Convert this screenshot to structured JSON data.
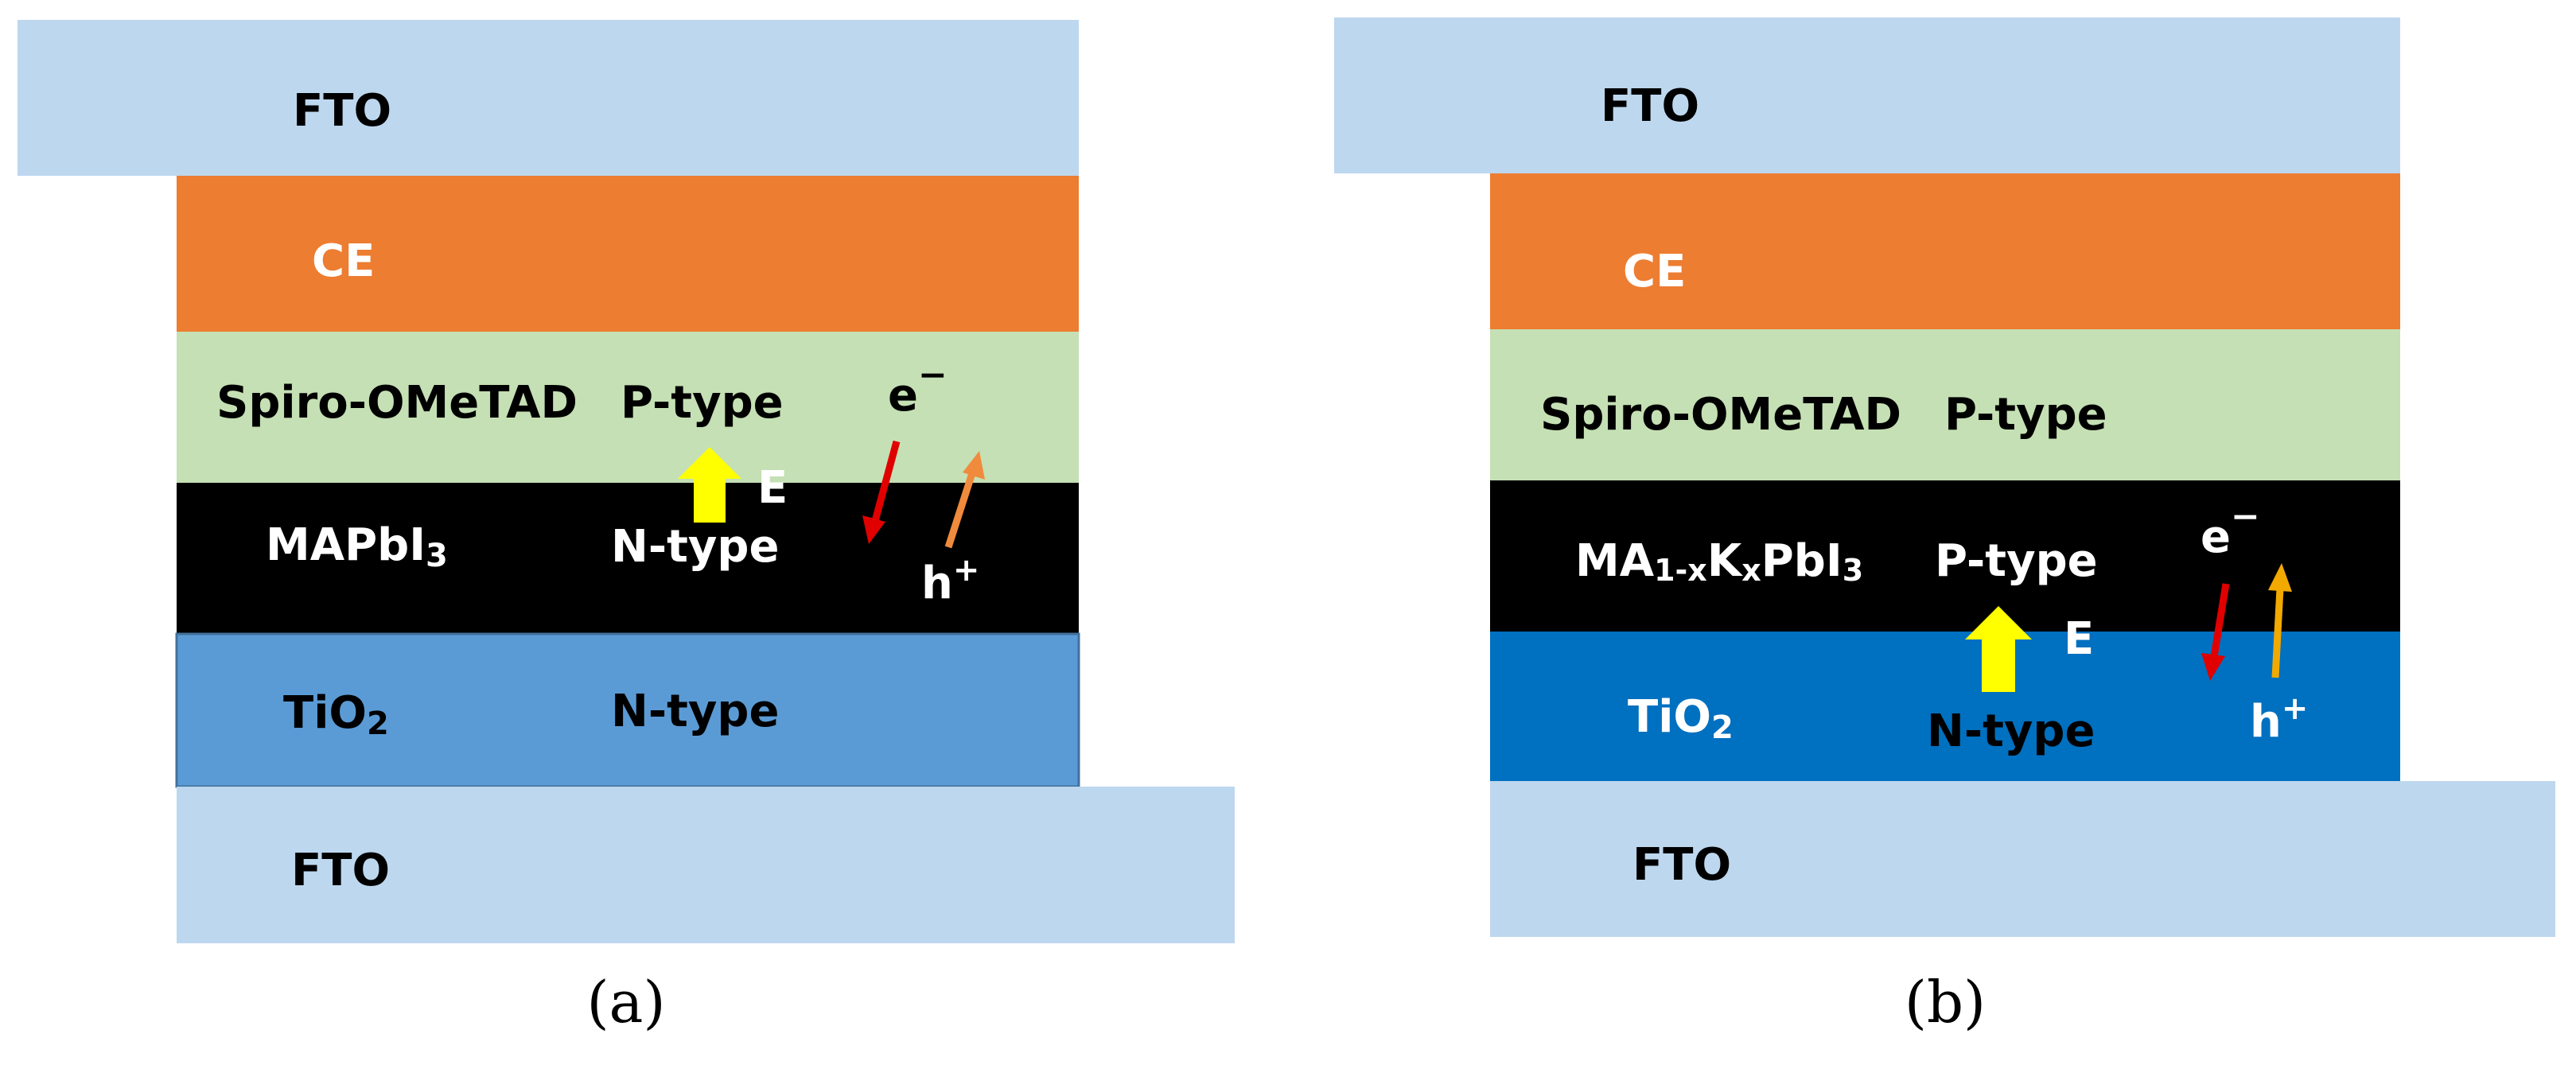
{
  "panel_a": {
    "caption": "(a)",
    "fto_top": "FTO",
    "ce": "CE",
    "spiro": "Spiro-OMeTAD",
    "spiro_type": "P-type",
    "absorber_base": "MAPbI",
    "absorber_sub": "3",
    "absorber_type": "N-type",
    "tio2_base": "TiO",
    "tio2_sub": "2",
    "tio2_type": "N-type",
    "fto_bottom": "FTO",
    "field_label": "E",
    "electron_base": "e",
    "electron_sup": "−",
    "hole_base": "h",
    "hole_sup": "+"
  },
  "panel_b": {
    "caption": "(b)",
    "fto_top": "FTO",
    "ce": "CE",
    "spiro": "Spiro-OMeTAD",
    "spiro_type": "P-type",
    "absorber_p1": "MA",
    "absorber_s1": "1-x",
    "absorber_p2": "K",
    "absorber_s2": "x",
    "absorber_p3": "PbI",
    "absorber_s3": "3",
    "absorber_type": "P-type",
    "tio2_base": "TiO",
    "tio2_sub": "2",
    "tio2_type": "N-type",
    "fto_bottom": "FTO",
    "field_label": "E",
    "electron_base": "e",
    "electron_sup": "−",
    "hole_base": "h",
    "hole_sup": "+"
  },
  "colors": {
    "fto": "#BDD7EE",
    "ce": "#ED7D31",
    "spiro": "#C5E0B4",
    "absorber": "#000000",
    "tio2_a": "#5B9BD5",
    "tio2_b": "#0070C0",
    "field_arrow": "#FFFF00",
    "electron_arrow": "#E00000",
    "hole_arrow_a": "#F08A3C",
    "hole_arrow_b": "#F2A900"
  }
}
